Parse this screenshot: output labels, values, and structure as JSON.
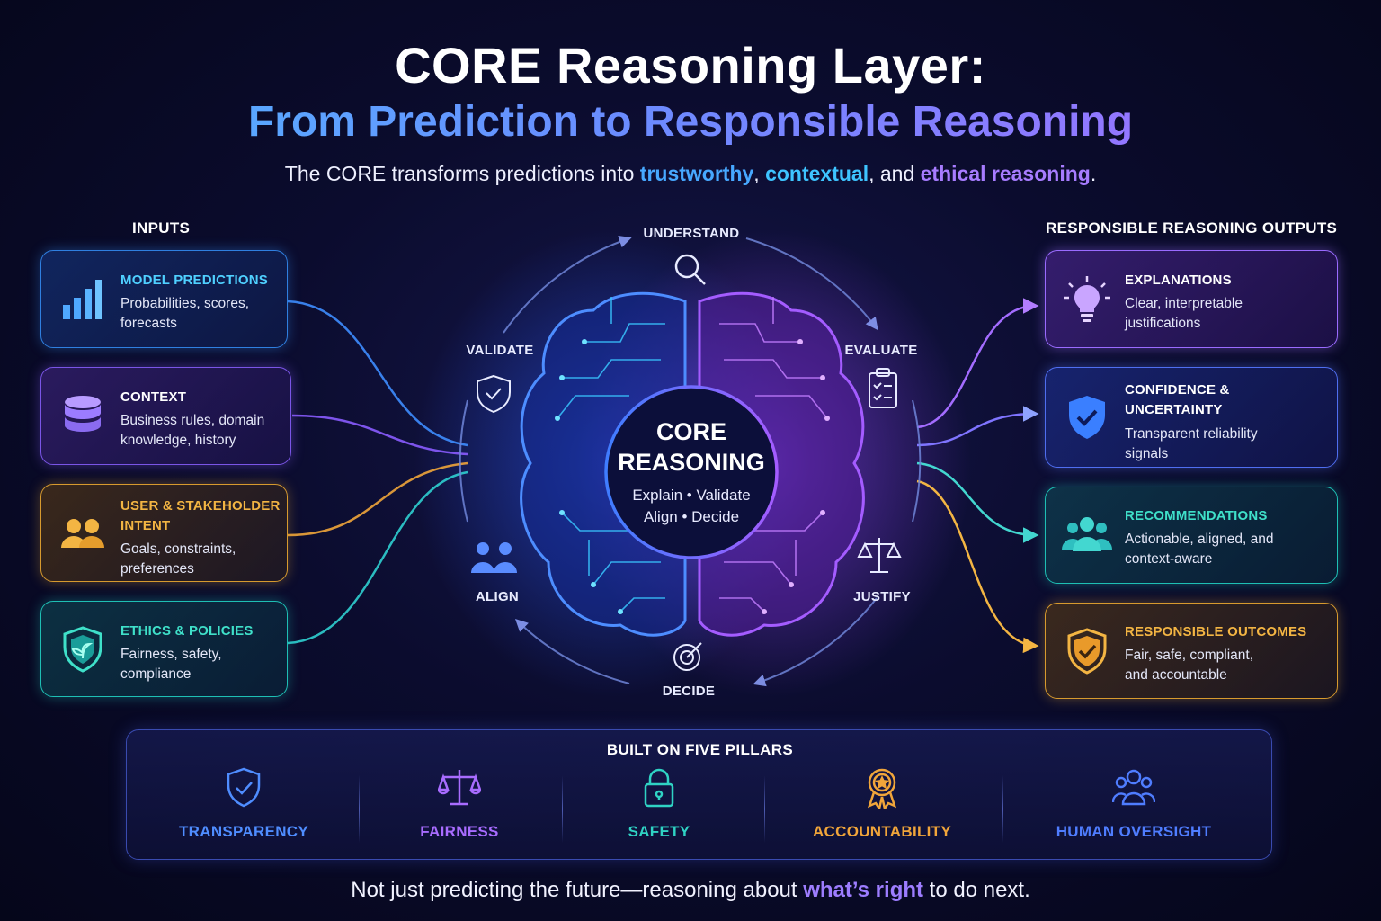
{
  "header": {
    "title": "CORE Reasoning Layer:",
    "subtitle": "From Prediction to Responsible Reasoning",
    "tagline_pre": "The CORE transforms predictions into ",
    "tagline_h1": "trustworthy",
    "tagline_sep1": ", ",
    "tagline_h2": "contextual",
    "tagline_sep2": ", and ",
    "tagline_h3": "ethical reasoning",
    "tagline_end": "."
  },
  "inputs": {
    "heading": "INPUTS",
    "items": [
      {
        "title": "MODEL PREDICTIONS",
        "desc1": "Probabilities, scores,",
        "desc2": "forecasts",
        "icon": "bar-chart-icon"
      },
      {
        "title": "CONTEXT",
        "desc1": "Business rules, domain",
        "desc2": "knowledge, history",
        "icon": "database-icon"
      },
      {
        "title1": "USER & STAKEHOLDER",
        "title2": "INTENT",
        "desc1": "Goals, constraints,",
        "desc2": "preferences",
        "icon": "users-icon"
      },
      {
        "title": "ETHICS & POLICIES",
        "desc1": "Fairness, safety,",
        "desc2": "compliance",
        "icon": "shield-leaf-icon"
      }
    ]
  },
  "outputs": {
    "heading": "RESPONSIBLE REASONING OUTPUTS",
    "items": [
      {
        "title": "EXPLANATIONS",
        "desc1": "Clear, interpretable",
        "desc2": "justifications",
        "icon": "lightbulb-icon"
      },
      {
        "title1": "CONFIDENCE &",
        "title2": "UNCERTAINTY",
        "desc1": "Transparent reliability",
        "desc2": "signals",
        "icon": "shield-check-icon"
      },
      {
        "title": "RECOMMENDATIONS",
        "desc1": "Actionable, aligned, and",
        "desc2": "context-aware",
        "icon": "group-icon"
      },
      {
        "title": "RESPONSIBLE OUTCOMES",
        "desc1": "Fair, safe, compliant,",
        "desc2": "and accountable",
        "icon": "shield-check-amber-icon"
      }
    ]
  },
  "cycle": {
    "steps": [
      "UNDERSTAND",
      "EVALUATE",
      "JUSTIFY",
      "DECIDE",
      "ALIGN",
      "VALIDATE"
    ]
  },
  "core": {
    "title1": "CORE",
    "title2": "REASONING",
    "sub1": "Explain • Validate",
    "sub2": "Align • Decide"
  },
  "pillars": {
    "heading": "BUILT ON FIVE PILLARS",
    "items": [
      {
        "label": "TRANSPARENCY",
        "color": "#4f8dff",
        "icon": "shield-check-icon"
      },
      {
        "label": "FAIRNESS",
        "color": "#a86cff",
        "icon": "scales-icon"
      },
      {
        "label": "SAFETY",
        "color": "#2fd3c4",
        "icon": "lock-icon"
      },
      {
        "label": "ACCOUNTABILITY",
        "color": "#f0a53a",
        "icon": "award-icon"
      },
      {
        "label": "HUMAN OVERSIGHT",
        "color": "#4f7dff",
        "icon": "people-icon"
      }
    ]
  },
  "footer": {
    "pre": "Not just predicting the future—reasoning about ",
    "highlight": "what’s right",
    "post": " to do next."
  },
  "colors": {
    "blue": "#2f7fe0",
    "violet": "#7a55e6",
    "amber": "#d79a2e",
    "teal": "#1ebfb4",
    "purple": "#9a6bff"
  }
}
